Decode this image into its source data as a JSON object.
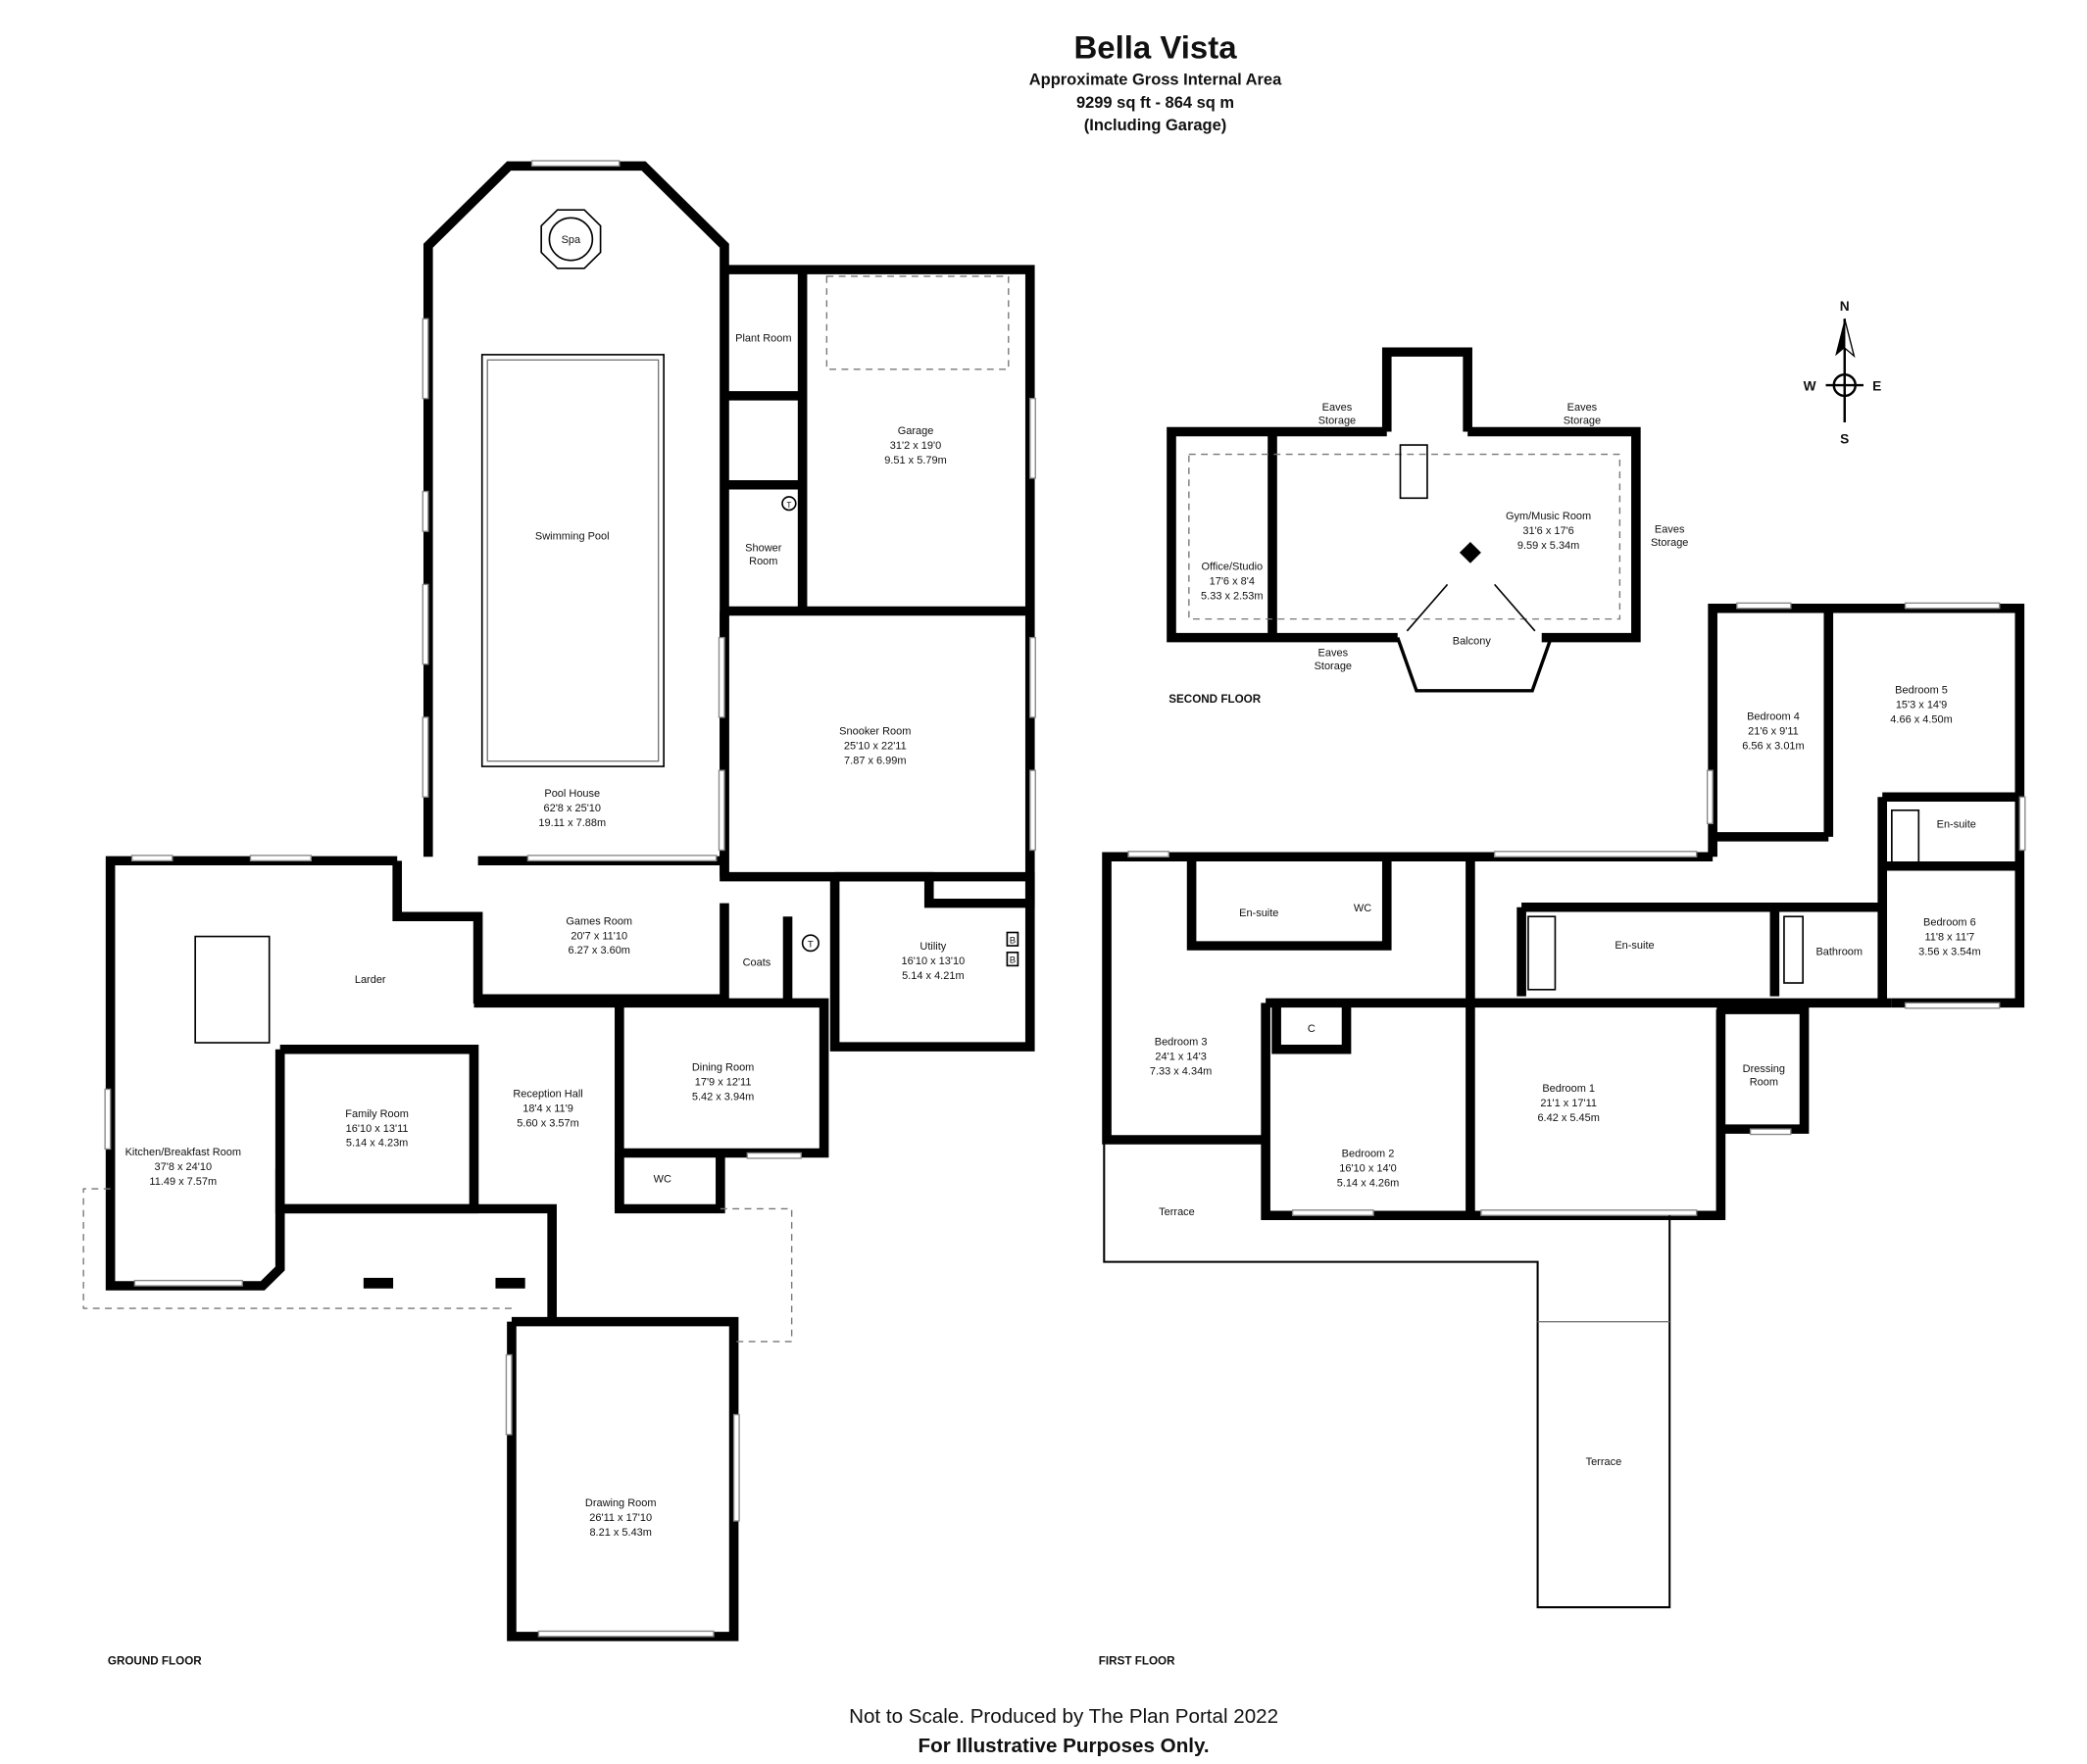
{
  "header": {
    "title": "Bella Vista",
    "area_label": "Approximate Gross Internal Area",
    "area_value": "9299 sq ft - 864 sq m",
    "area_note": "(Including Garage)"
  },
  "ground_floor": {
    "label": "GROUND FLOOR",
    "rooms": [
      {
        "name": "Spa"
      },
      {
        "name": "Swimming Pool"
      },
      {
        "name": "Pool House",
        "imperial": "62'8 x 25'10",
        "metric": "19.11 x 7.88m"
      },
      {
        "name": "Plant Room"
      },
      {
        "name": "Garage",
        "imperial": "31'2 x 19'0",
        "metric": "9.51 x 5.79m"
      },
      {
        "name": "Shower",
        "name2": "Room"
      },
      {
        "name": "Snooker Room",
        "imperial": "25'10 x 22'11",
        "metric": "7.87 x 6.99m"
      },
      {
        "name": "Games Room",
        "imperial": "20'7 x 11'10",
        "metric": "6.27 x 3.60m"
      },
      {
        "name": "Coats"
      },
      {
        "name": "Utility",
        "imperial": "16'10 x 13'10",
        "metric": "5.14 x 4.21m"
      },
      {
        "name": "Larder"
      },
      {
        "name": "Kitchen/Breakfast Room",
        "imperial": "37'8 x 24'10",
        "metric": "11.49 x 7.57m"
      },
      {
        "name": "Family Room",
        "imperial": "16'10 x 13'11",
        "metric": "5.14 x 4.23m"
      },
      {
        "name": "Reception Hall",
        "imperial": "18'4 x 11'9",
        "metric": "5.60 x 3.57m"
      },
      {
        "name": "Dining Room",
        "imperial": "17'9 x 12'11",
        "metric": "5.42 x 3.94m"
      },
      {
        "name": "WC"
      },
      {
        "name": "Drawing Room",
        "imperial": "26'11 x 17'10",
        "metric": "8.21 x 5.43m"
      }
    ],
    "symbols": {
      "tank": "T",
      "boiler": "B"
    }
  },
  "first_floor": {
    "label": "FIRST FLOOR",
    "rooms": [
      {
        "name": "Bedroom 4",
        "imperial": "21'6 x 9'11",
        "metric": "6.56 x 3.01m"
      },
      {
        "name": "Bedroom 5",
        "imperial": "15'3 x 14'9",
        "metric": "4.66 x 4.50m"
      },
      {
        "name": "En-suite"
      },
      {
        "name": "Bedroom 6",
        "imperial": "11'8 x 11'7",
        "metric": "3.56 x 3.54m"
      },
      {
        "name": "En-suite"
      },
      {
        "name": "WC"
      },
      {
        "name": "En-suite"
      },
      {
        "name": "Bathroom"
      },
      {
        "name": "Bedroom 3",
        "imperial": "24'1 x 14'3",
        "metric": "7.33 x 4.34m"
      },
      {
        "name": "C"
      },
      {
        "name": "Bedroom 2",
        "imperial": "16'10 x 14'0",
        "metric": "5.14 x 4.26m"
      },
      {
        "name": "Bedroom 1",
        "imperial": "21'1 x 17'11",
        "metric": "6.42 x 5.45m"
      },
      {
        "name": "Dressing",
        "name2": "Room"
      },
      {
        "name": "Terrace"
      },
      {
        "name": "Terrace"
      }
    ]
  },
  "second_floor": {
    "label": "SECOND FLOOR",
    "rooms": [
      {
        "name": "Office/Studio",
        "imperial": "17'6 x 8'4",
        "metric": "5.33 x 2.53m"
      },
      {
        "name": "Gym/Music Room",
        "imperial": "31'6 x 17'6",
        "metric": "9.59 x 5.34m"
      },
      {
        "name": "Balcony"
      }
    ],
    "eaves": {
      "line1": "Eaves",
      "line2": "Storage"
    }
  },
  "compass": {
    "n": "N",
    "s": "S",
    "e": "E",
    "w": "W"
  },
  "footer": {
    "line1": "Not to Scale. Produced by The Plan Portal 2022",
    "line2": "For Illustrative Purposes Only."
  }
}
